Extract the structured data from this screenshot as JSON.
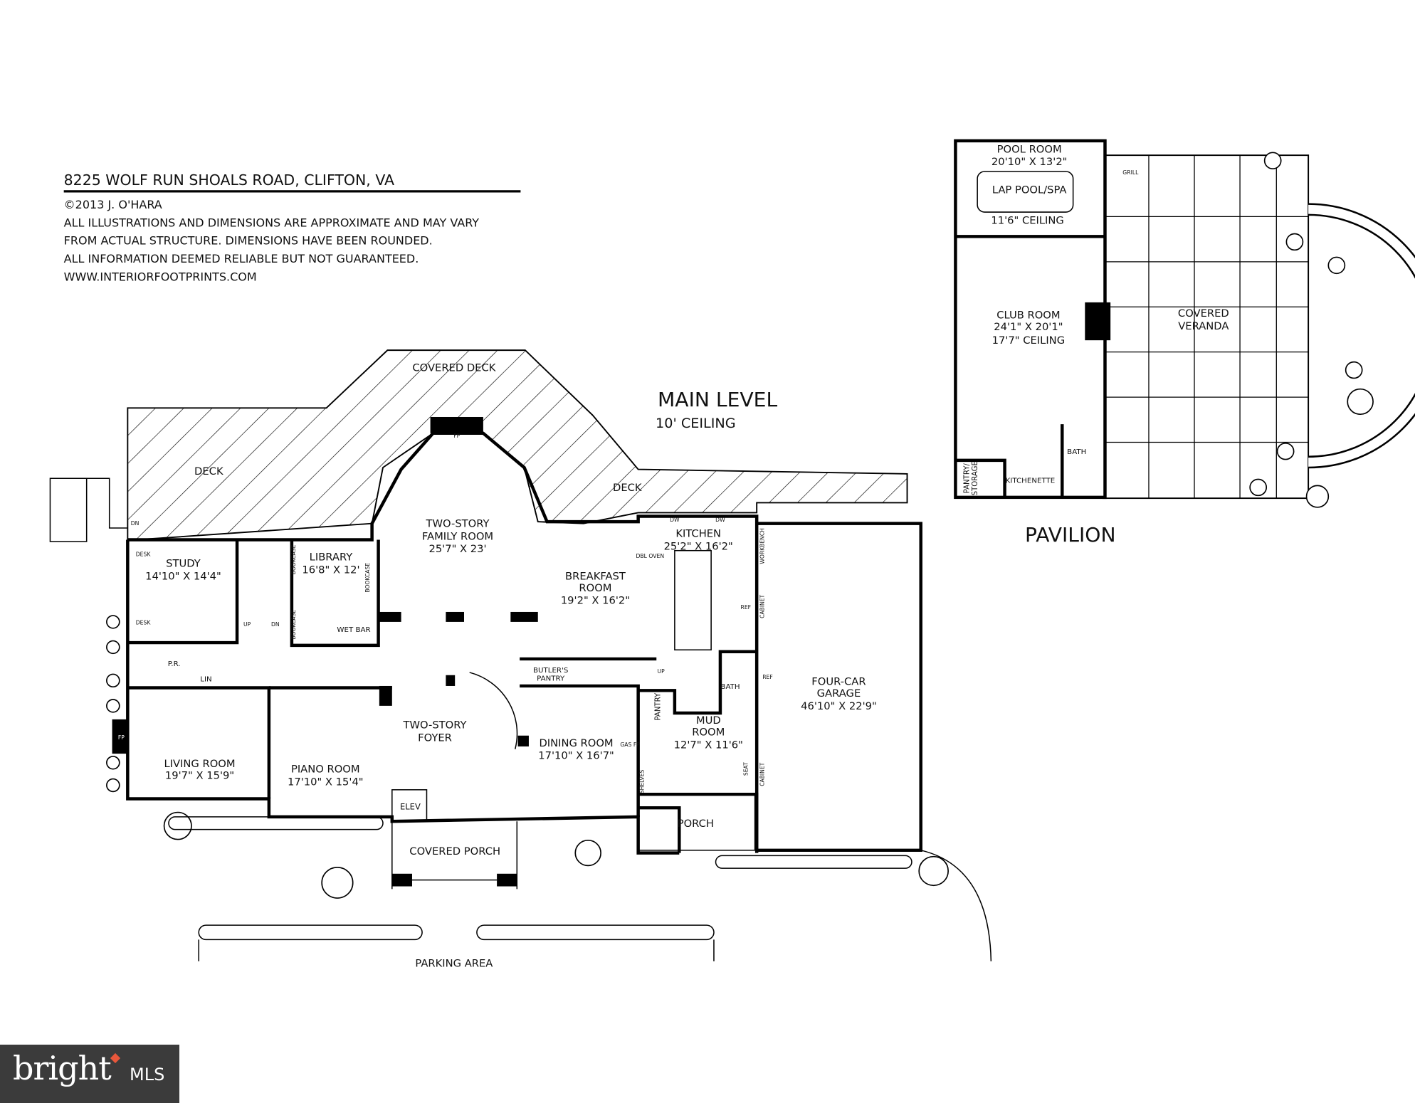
{
  "header": {
    "address": "8225 WOLF RUN SHOALS ROAD, CLIFTON, VA",
    "copyright": "©2013 J. O'HARA",
    "disclaimer": [
      "ALL ILLUSTRATIONS AND DIMENSIONS ARE APPROXIMATE AND MAY VARY",
      "FROM ACTUAL STRUCTURE. DIMENSIONS HAVE BEEN ROUNDED.",
      "ALL INFORMATION DEEMED RELIABLE BUT NOT GUARANTEED.",
      "WWW.INTERIORFOOTPRINTS.COM"
    ]
  },
  "main_level": {
    "title": "MAIN LEVEL",
    "ceiling": "10' CEILING",
    "rooms": {
      "covered_deck": "COVERED DECK",
      "deck_left": "DECK",
      "deck_right": "DECK",
      "family_room": [
        "TWO-STORY",
        "FAMILY ROOM",
        "25'7\" X 23'"
      ],
      "study": [
        "STUDY",
        "14'10\" X 14'4\""
      ],
      "library": [
        "LIBRARY",
        "16'8\" X 12'"
      ],
      "kitchen": [
        "KITCHEN",
        "25'2\" X 16'2\""
      ],
      "breakfast": [
        "BREAKFAST",
        "ROOM",
        "19'2\" X 16'2\""
      ],
      "powder_room": "P.R.",
      "linen": "LIN",
      "butlers_pantry": [
        "BUTLER'S",
        "PANTRY"
      ],
      "foyer": [
        "TWO-STORY",
        "FOYER"
      ],
      "living_room": [
        "LIVING ROOM",
        "19'7\" X 15'9\""
      ],
      "piano_room": [
        "PIANO ROOM",
        "17'10\" X 15'4\""
      ],
      "dining_room": [
        "DINING ROOM",
        "17'10\" X 16'7\""
      ],
      "pantry": "PANTRY",
      "bath": "BATH",
      "mud_room": [
        "MUD",
        "ROOM",
        "12'7\" X 11'6\""
      ],
      "garage": [
        "FOUR-CAR",
        "GARAGE",
        "46'10\" X 22'9\""
      ],
      "porch": "PORCH",
      "elevator": "ELEV",
      "covered_porch": "COVERED PORCH",
      "parking": "PARKING AREA"
    },
    "fixtures": {
      "fireplace": "FP",
      "gas_fp": "GAS FP",
      "desk": "DESK",
      "bookcase": "BOOKCASE",
      "wet_bar": "WET BAR",
      "dbl_oven": "DBL OVEN",
      "dw": "DW",
      "ref": "REF",
      "workbench": "WORKBENCH",
      "cabinet": "CABINET",
      "shelves": "SHELVES",
      "seat": "SEAT",
      "up": "UP",
      "dn": "DN"
    }
  },
  "pavilion": {
    "title": "PAVILION",
    "rooms": {
      "pool_room": [
        "POOL ROOM",
        "20'10\" X 13'2\""
      ],
      "lap_pool": "LAP POOL/SPA",
      "pool_ceiling": "11'6\" CEILING",
      "club_room": [
        "CLUB ROOM",
        "24'1\" X 20'1\"",
        "17'7\" CEILING"
      ],
      "veranda": [
        "COVERED",
        "VERANDA"
      ],
      "bath": "BATH",
      "kitchenette": "KITCHENETTE",
      "pantry_storage": [
        "PANTRY/",
        "STORAGE"
      ],
      "grill": "GRILL"
    }
  },
  "logo": {
    "brand": "bright",
    "suffix": "MLS",
    "accent": "#e8573b"
  }
}
